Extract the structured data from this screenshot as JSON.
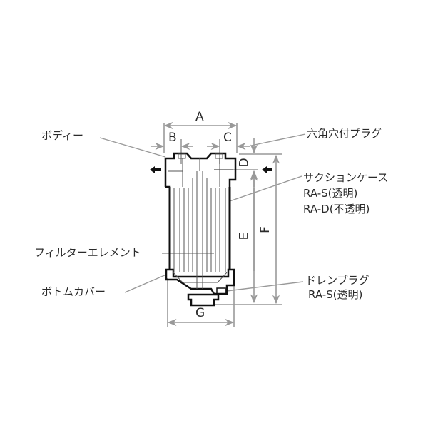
{
  "diagram": {
    "type": "filter cross-section with dimension callouts",
    "colors": {
      "outline": "#111111",
      "dimension_line": "#999999",
      "leader_line": "#999999",
      "text": "#2a2a2a"
    }
  },
  "dimensions": {
    "A": "A",
    "B": "B",
    "C": "C",
    "D": "D",
    "E": "E",
    "F": "F",
    "G": "G"
  },
  "labels": {
    "body": "ボディー",
    "hex_plug": "六角穴付プラグ",
    "suction_case": "サクションケース",
    "suction_case_ras": "RA-S(透明)",
    "suction_case_rad": "RA-D(不透明)",
    "filter_element": "フィルターエレメント",
    "drain_plug": "ドレンプラグ",
    "drain_plug_ras": "RA-S(透明)",
    "bottom_cover": "ボトムカバー"
  },
  "flow": {
    "inlet_arrow": "arrow-left-icon",
    "outlet_arrow": "arrow-left-icon"
  }
}
